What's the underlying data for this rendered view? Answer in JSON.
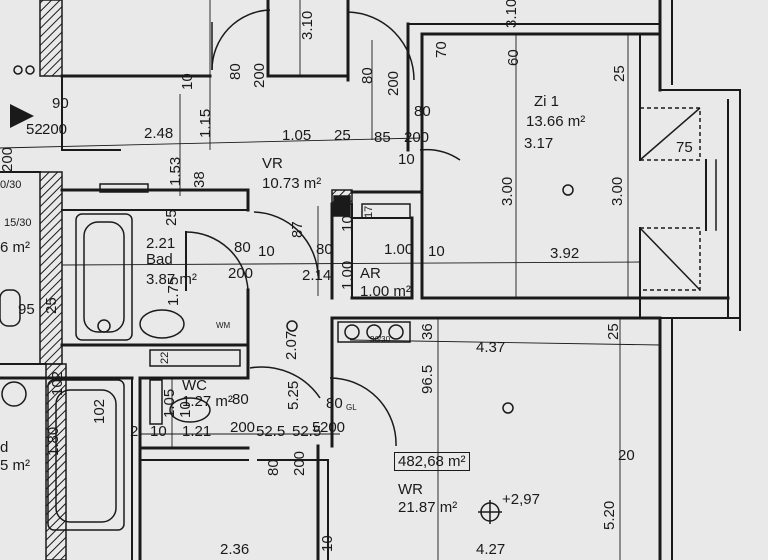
{
  "rooms": {
    "zi": {
      "name": "Zi 1",
      "area": "13.66 m²"
    },
    "vr": {
      "name": "VR",
      "area": "10.73 m²"
    },
    "bad": {
      "name": "Bad",
      "area": "3.87 m²"
    },
    "ar": {
      "name": "AR",
      "area": "1.00 m²"
    },
    "wc": {
      "name": "WC",
      "area": "1.27 m²"
    },
    "wr": {
      "name": "WR",
      "area": "21.87 m²"
    },
    "left_top": {
      "area_partial": "6 m²"
    },
    "left_bottom": {
      "area_partial": "5 m²",
      "name_partial": "d"
    }
  },
  "total_area": "482,68 m²",
  "level_mark": "+2,97",
  "fixture_label": "GL",
  "wm_label": "WM",
  "dimensions": {
    "d_90": "90",
    "d_52": "52",
    "d_200_left": "200",
    "d_2_48": "2.48",
    "d_1_15": "1.15",
    "d_10_a": "10",
    "d_80_a": "80",
    "d_200_a": "200",
    "d_3_10_a": "3.10",
    "d_80_b": "80",
    "d_200_b": "200",
    "d_3_10_b": "3.10",
    "d_70": "70",
    "d_60": "60",
    "d_25_a": "25",
    "d_80_c": "80",
    "d_1_05": "1.05",
    "d_25_b": "25",
    "d_85": "85",
    "d_200_c": "200",
    "d_3_17": "3.17",
    "d_75": "75",
    "d_200_d": "200",
    "d_0_30": "0/30",
    "d_1_53": "1.53",
    "d_38": "38",
    "d_10_b": "10",
    "d_15_30": "15/30",
    "d_25_c": "25",
    "d_2_21": "2.21",
    "d_87": "87",
    "d_10_c": "10",
    "d_17": "17",
    "d_3_00_a": "3.00",
    "d_3_00_b": "3.00",
    "d_80_d": "80",
    "d_10_d": "10",
    "d_80_e": "80",
    "d_1_00_a": "1.00",
    "d_10_e": "10",
    "d_3_92": "3.92",
    "d_200_e": "200",
    "d_2_14": "2.14",
    "d_1_00_b": "1.00",
    "d_1_75": "1.75",
    "d_95": "95",
    "d_25_d": "25",
    "d_2_07": "2.07",
    "d_36": "36",
    "d_36_30": "36/30",
    "d_4_37": "4.37",
    "d_25_e": "25",
    "d_22": "22",
    "d_102_a": "102",
    "d_96_5": "96.5",
    "d_1_05_b": "1.05",
    "d_10_f": "10",
    "d_80_f": "80",
    "d_5_25_a": "5.25",
    "d_80_g": "80",
    "d_102_b": "102",
    "d_1_80": "1.80",
    "d_2": "2",
    "d_10_g": "10",
    "d_1_21": "1.21",
    "d_200_f": "200",
    "d_52_5_a": "52.5",
    "d_52_5_b": "52.5",
    "d_5": "5",
    "d_200_g": "200",
    "d_80_h": "80",
    "d_200_h": "200",
    "d_20": "20",
    "d_5_20": "5.20",
    "d_2_36": "2.36",
    "d_4_27": "4.27",
    "d_10_h": "10"
  },
  "colors": {
    "paper": "#e9e9e9",
    "ink": "#1a1a1a"
  }
}
